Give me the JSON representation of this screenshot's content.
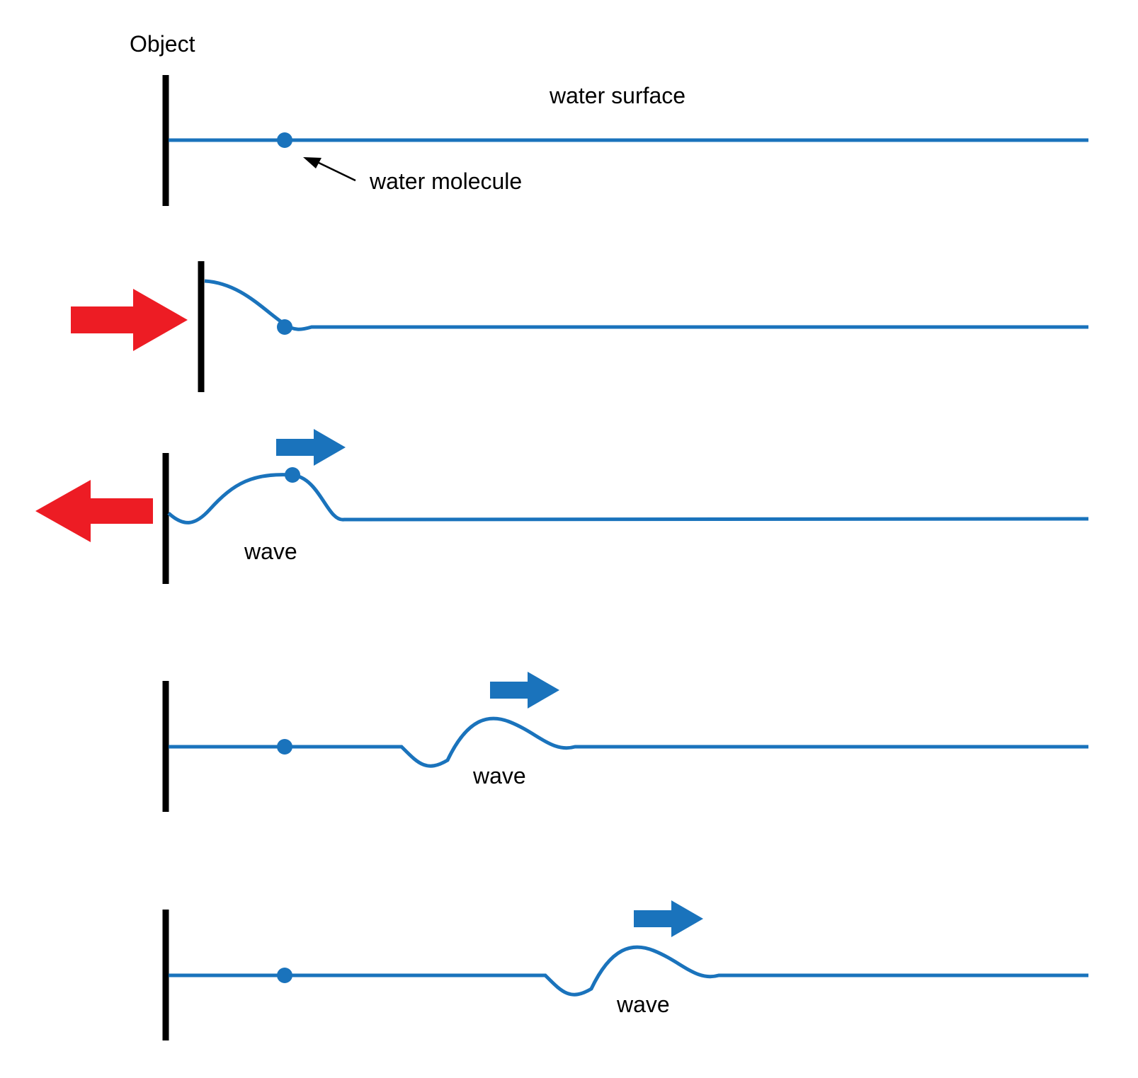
{
  "labels": {
    "object": "Object",
    "water_surface": "water surface",
    "water_molecule": "water molecule",
    "wave": "wave"
  },
  "colors": {
    "water": "#1a73bc",
    "object": "#000000",
    "push_arrow": "#ed1c24",
    "wave_arrow": "#1a73bc",
    "pointer": "#000000"
  }
}
